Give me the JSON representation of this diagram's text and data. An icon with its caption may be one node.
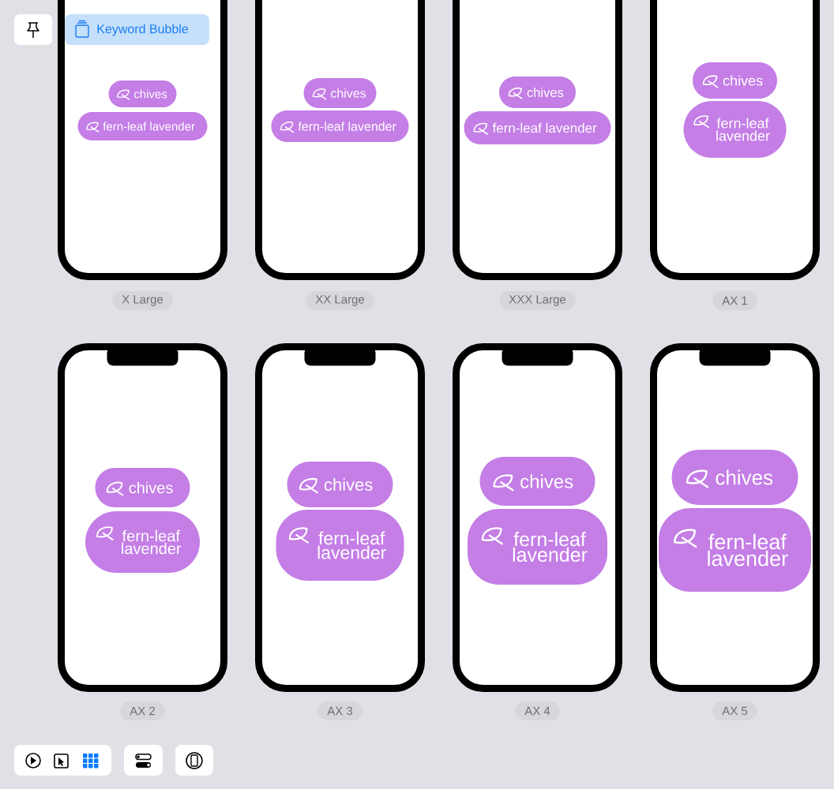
{
  "diagram": {
    "nodes": [
      {
        "text": [],
        "shape": "box",
        "beside": [
          "X Large"
        ]
      },
      {
        "text": [
          "chives"
        ],
        "in": 0
      },
      {
        "text": [
          "fern-leaf lavender"
        ],
        "in": 0
      },
      {
        "text": [],
        "shape": "box",
        "beside": [
          "XX Large"
        ]
      },
      {
        "text": [
          "chives"
        ],
        "in": 3
      },
      {
        "text": [
          "fern-leaf lavender"
        ],
        "in": 3
      },
      {
        "text": [],
        "shape": "box",
        "beside": [
          "XXX Large"
        ]
      },
      {
        "text": [
          "chives"
        ],
        "in": 6
      },
      {
        "text": [
          "fern-leaf lavender"
        ],
        "in": 6
      },
      {
        "text": [],
        "shape": "box",
        "beside": [
          "AX 1"
        ]
      },
      {
        "text": [
          "chives"
        ],
        "in": 9
      },
      {
        "text": [
          "fern-leaf lavender"
        ],
        "in": 9
      },
      {
        "text": [],
        "shape": "box",
        "beside": [
          "AX 2"
        ]
      },
      {
        "text": [
          "chives"
        ],
        "in": 12
      },
      {
        "text": [
          "fern-leaf lavender"
        ],
        "in": 12
      },
      {
        "text": [],
        "shape": "box",
        "beside": [
          "AX 3"
        ]
      },
      {
        "text": [
          "chives"
        ],
        "in": 15
      },
      {
        "text": [
          "fern-leaf lavender"
        ],
        "in": 15
      },
      {
        "text": [],
        "shape": "box",
        "beside": [
          "AX 4"
        ]
      },
      {
        "text": [
          "chives"
        ],
        "in": 18
      },
      {
        "text": [
          "fern-leaf lavender"
        ],
        "in": 18
      },
      {
        "text": [],
        "shape": "box",
        "beside": [
          "AX 5"
        ]
      },
      {
        "text": [
          "chives"
        ],
        "in": 21
      },
      {
        "text": [
          "fern-leaf lavender"
        ],
        "in": 21
      }
    ],
    "labels": [
      "Keyword Bubble"
    ]
  }
}
